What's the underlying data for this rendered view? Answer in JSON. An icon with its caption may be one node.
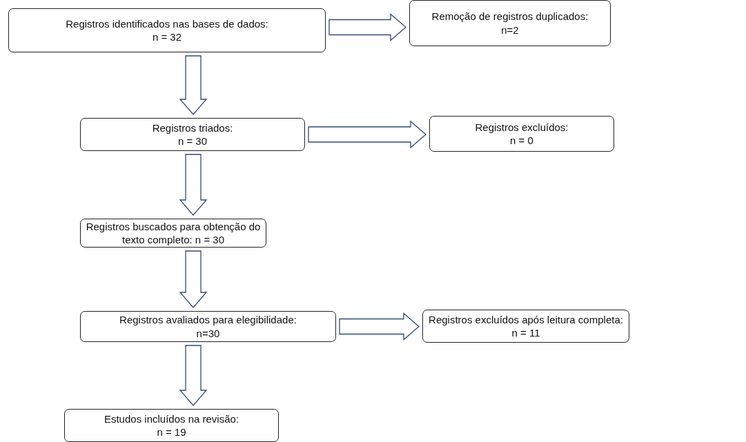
{
  "diagram": {
    "nodes": [
      {
        "text": [
          "Registros identificados nas bases de dados:",
          "n = 32"
        ]
      },
      {
        "text": [
          "Remoção de registros duplicados:",
          "n=2"
        ]
      },
      {
        "text": [
          "Registros triados:",
          "n = 30"
        ]
      },
      {
        "text": [
          "Registros excluídos:",
          "n = 0"
        ]
      },
      {
        "text": [
          "Registros buscados para obtenção do texto completo:  n = 30"
        ]
      },
      {
        "text": [
          "Registros avaliados para elegibilidade:",
          "n=30"
        ]
      },
      {
        "text": [
          "Registros excluídos após leitura completa:",
          "n = 11"
        ]
      },
      {
        "text": [
          "Estudos incluídos na revisão:",
          "n = 19"
        ]
      }
    ],
    "edges": [
      {
        "from": 0,
        "to": 1,
        "arrow": "to"
      },
      {
        "from": 0,
        "to": 2,
        "arrow": "to"
      },
      {
        "from": 2,
        "to": 3,
        "arrow": "to"
      },
      {
        "from": 2,
        "to": 4,
        "arrow": "to"
      },
      {
        "from": 4,
        "to": 5,
        "arrow": "to"
      },
      {
        "from": 5,
        "to": 6,
        "arrow": "to"
      },
      {
        "from": 5,
        "to": 7,
        "arrow": "to"
      }
    ]
  }
}
